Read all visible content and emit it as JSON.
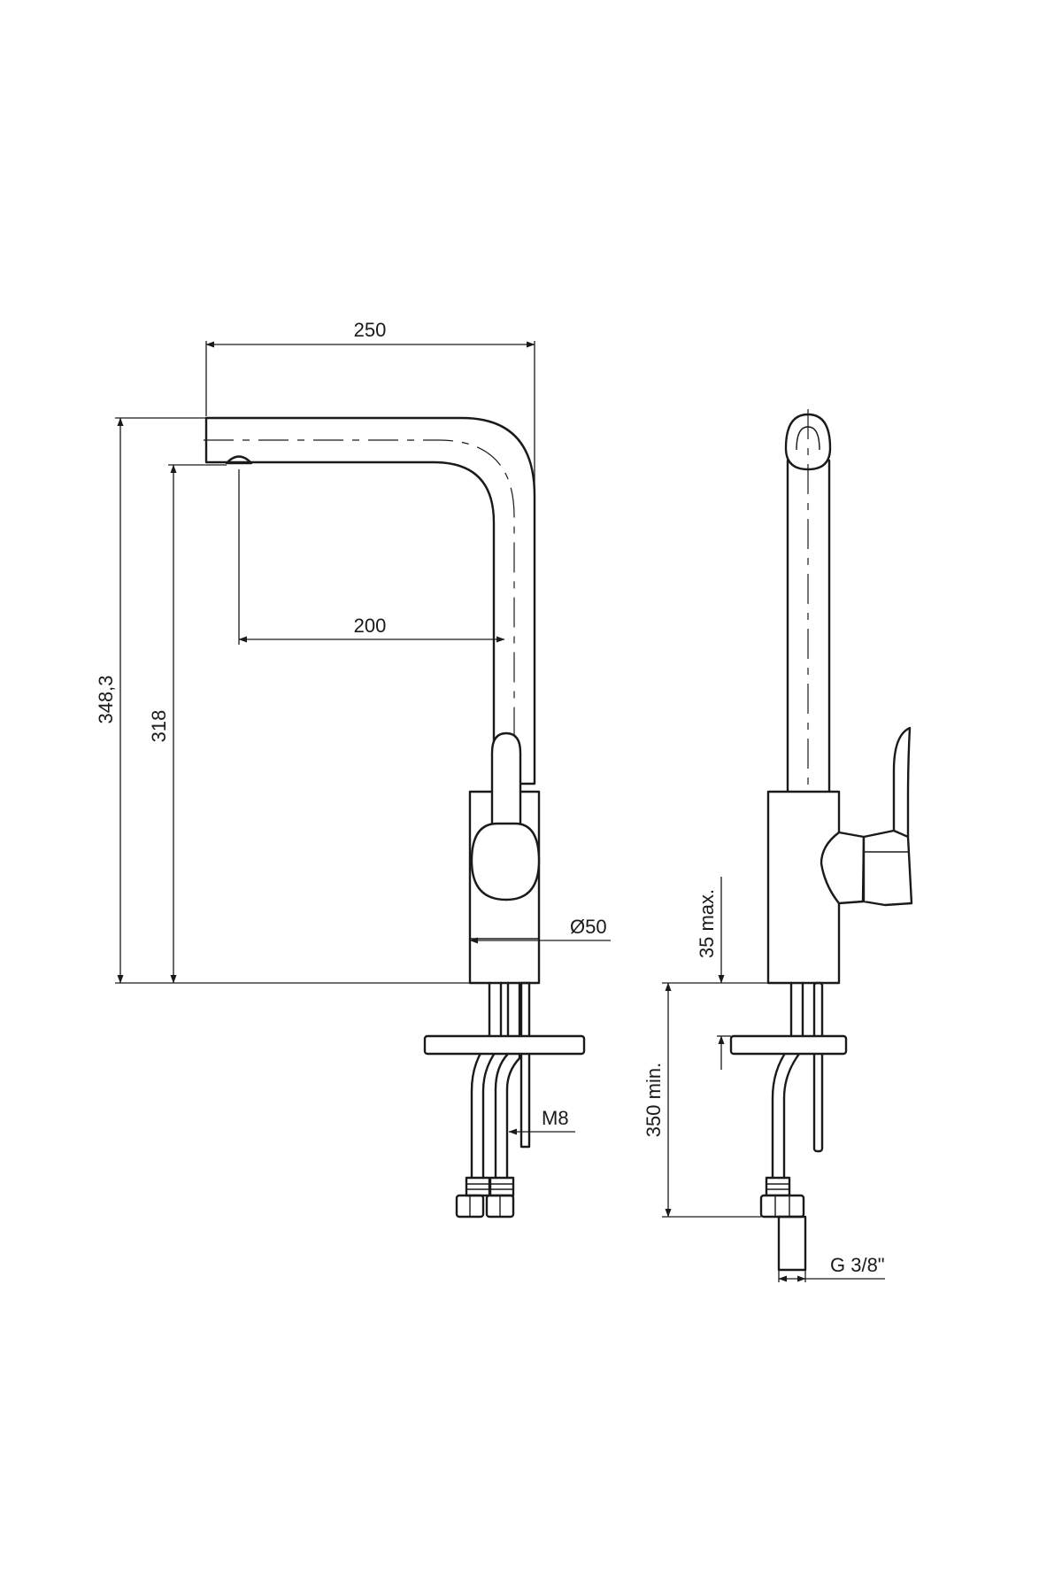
{
  "dimensions": {
    "spout_total_reach": "250",
    "spout_outlet_reach": "200",
    "total_height": "348,3",
    "outlet_height": "318",
    "base_diameter": "Ø50",
    "thread_rod": "M8",
    "max_deck_thickness": "35 max.",
    "min_hose_length": "350 min.",
    "hose_connection": "G 3/8\""
  },
  "colors": {
    "line": "#1a1a1a",
    "background": "#ffffff"
  }
}
